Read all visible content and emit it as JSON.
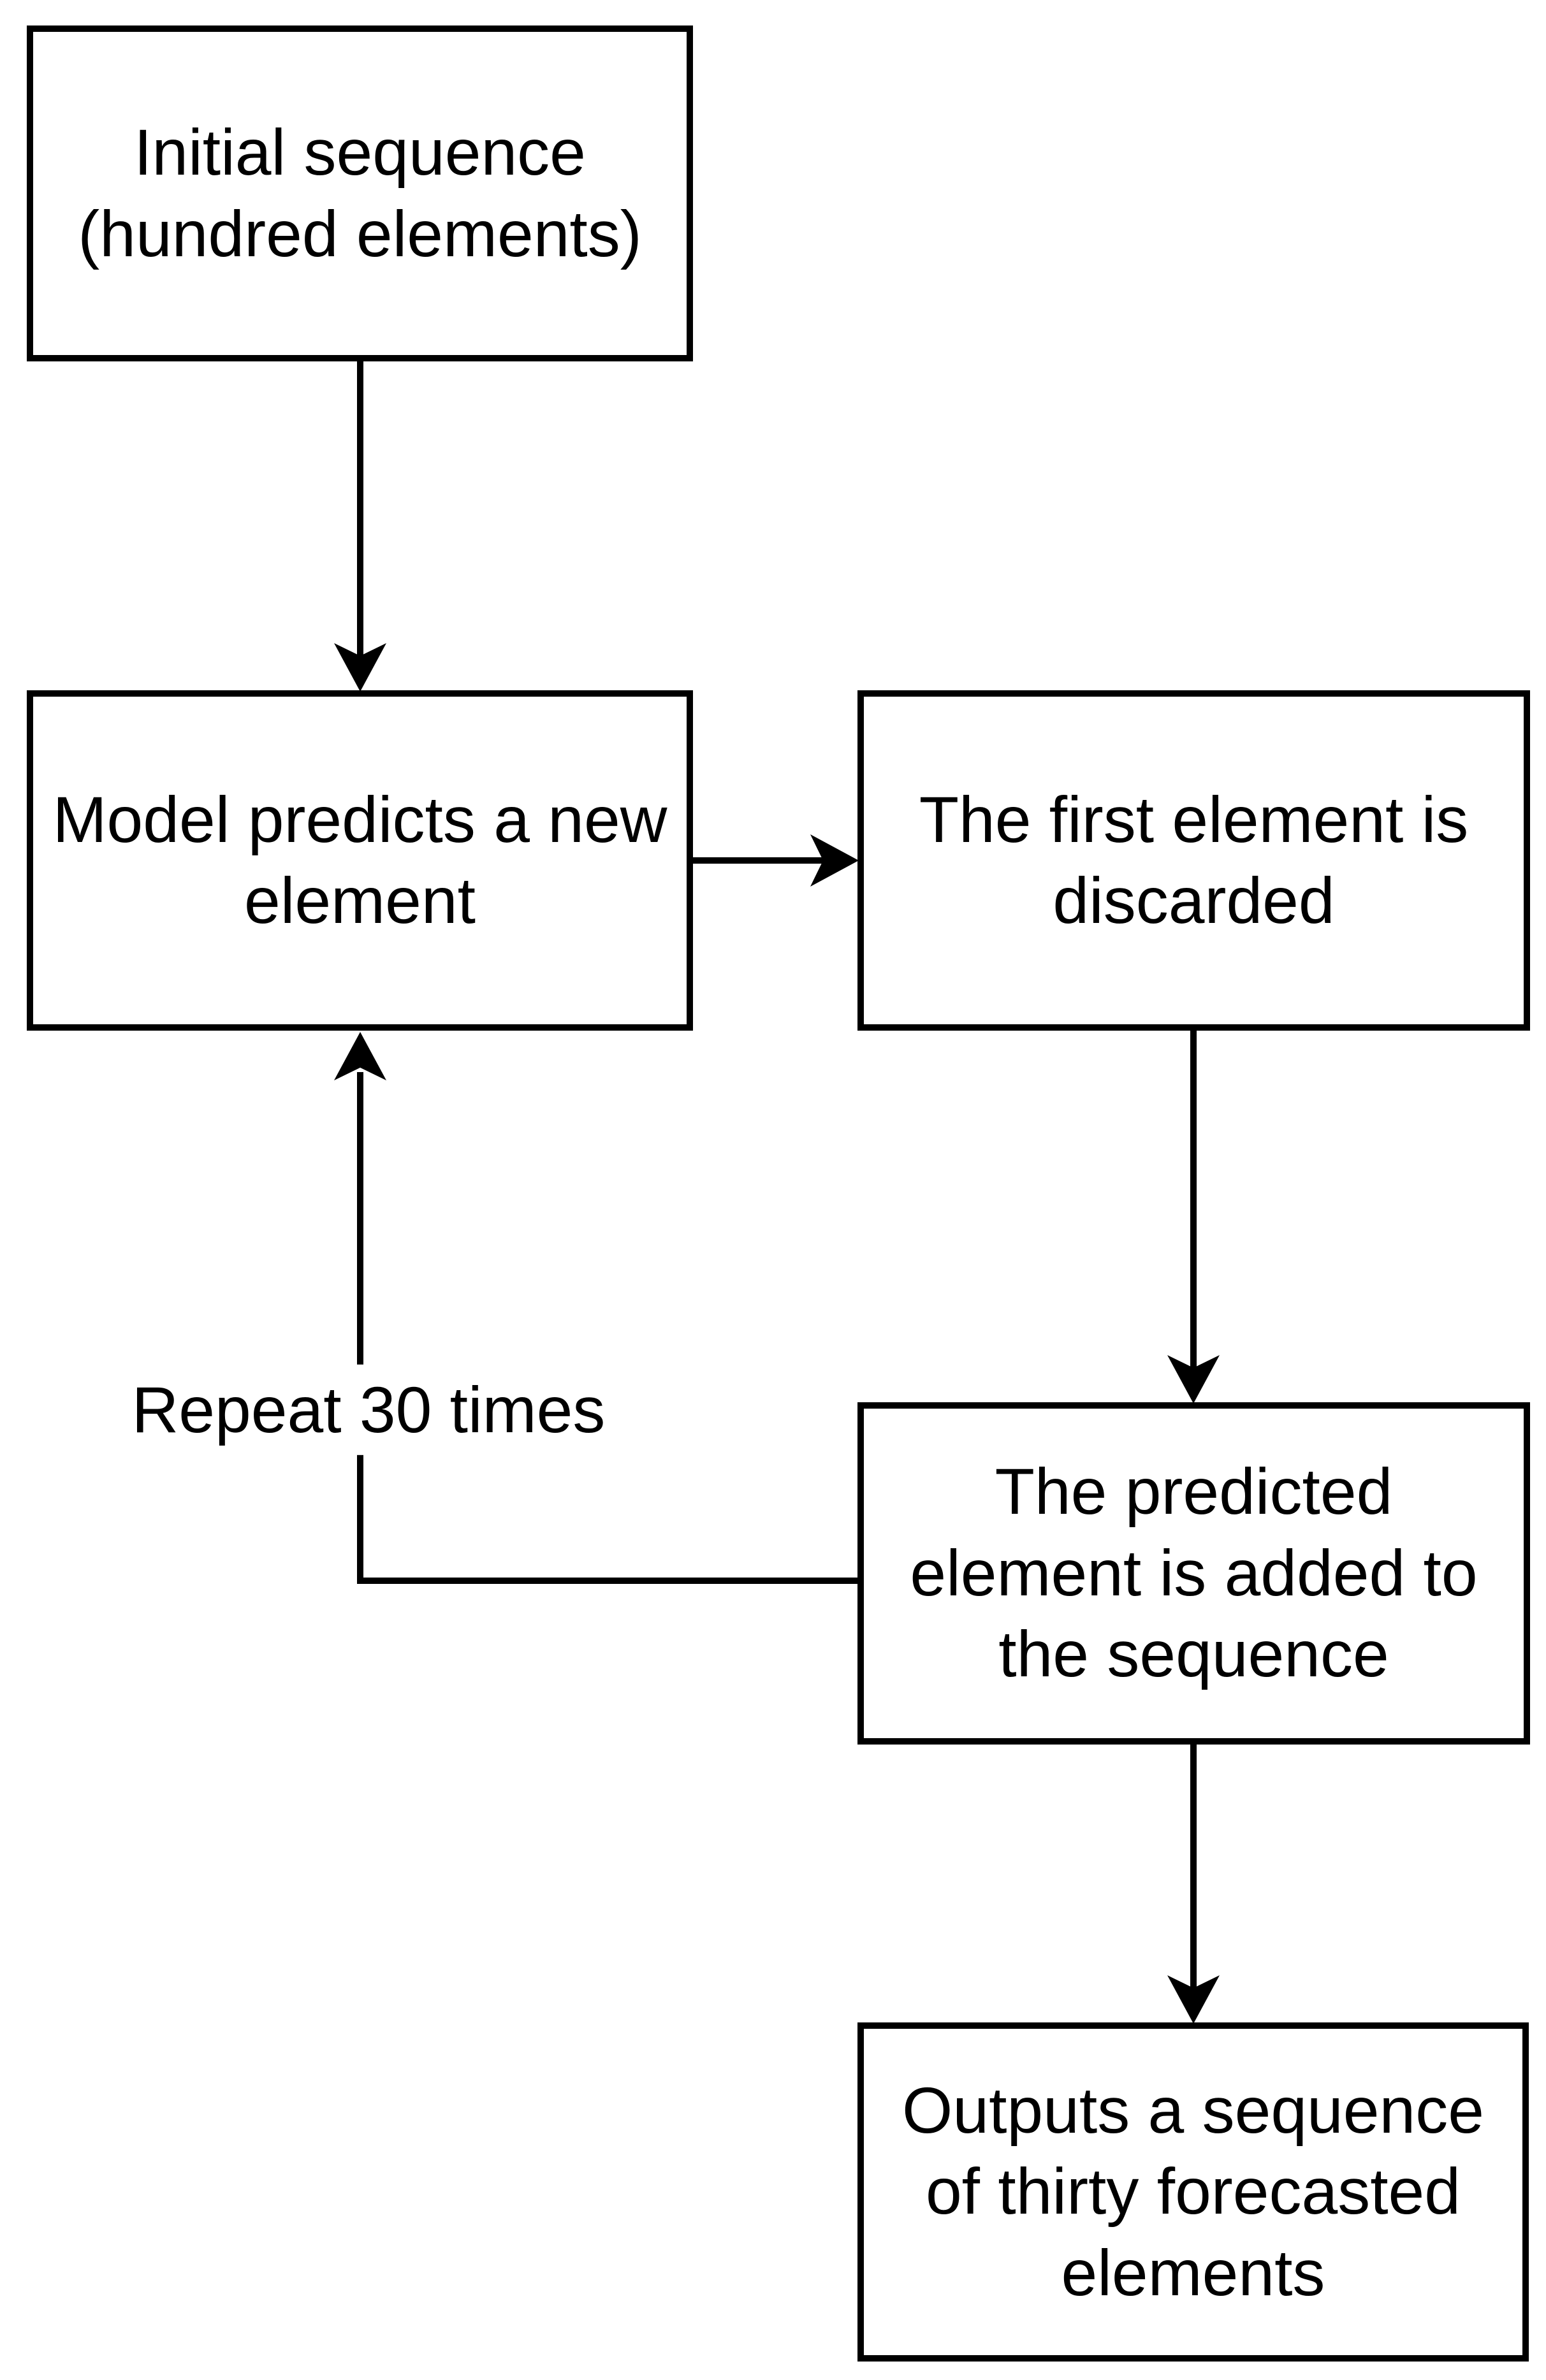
{
  "diagram": {
    "type": "flowchart",
    "boxes": [
      {
        "id": "initial-sequence",
        "label": "Initial sequence\n(hundred elements)"
      },
      {
        "id": "model-predicts",
        "label": "Model predicts a new\nelement"
      },
      {
        "id": "first-element-discarded",
        "label": "The first element is\ndiscarded"
      },
      {
        "id": "predicted-element-added",
        "label": "The predicted\nelement is added to\nthe sequence"
      },
      {
        "id": "outputs-sequence",
        "label": "Outputs a sequence\nof thirty forecasted\nelements"
      }
    ],
    "edges": [
      {
        "from": "initial-sequence",
        "to": "model-predicts"
      },
      {
        "from": "model-predicts",
        "to": "first-element-discarded"
      },
      {
        "from": "first-element-discarded",
        "to": "predicted-element-added"
      },
      {
        "from": "predicted-element-added",
        "to": "model-predicts",
        "label": "Repeat 30 times"
      },
      {
        "from": "predicted-element-added",
        "to": "outputs-sequence"
      }
    ],
    "loop_label": "Repeat 30 times",
    "colors": {
      "line": "#000000",
      "box_fill": "#ffffff",
      "text": "#000000",
      "background": "#ffffff"
    }
  }
}
